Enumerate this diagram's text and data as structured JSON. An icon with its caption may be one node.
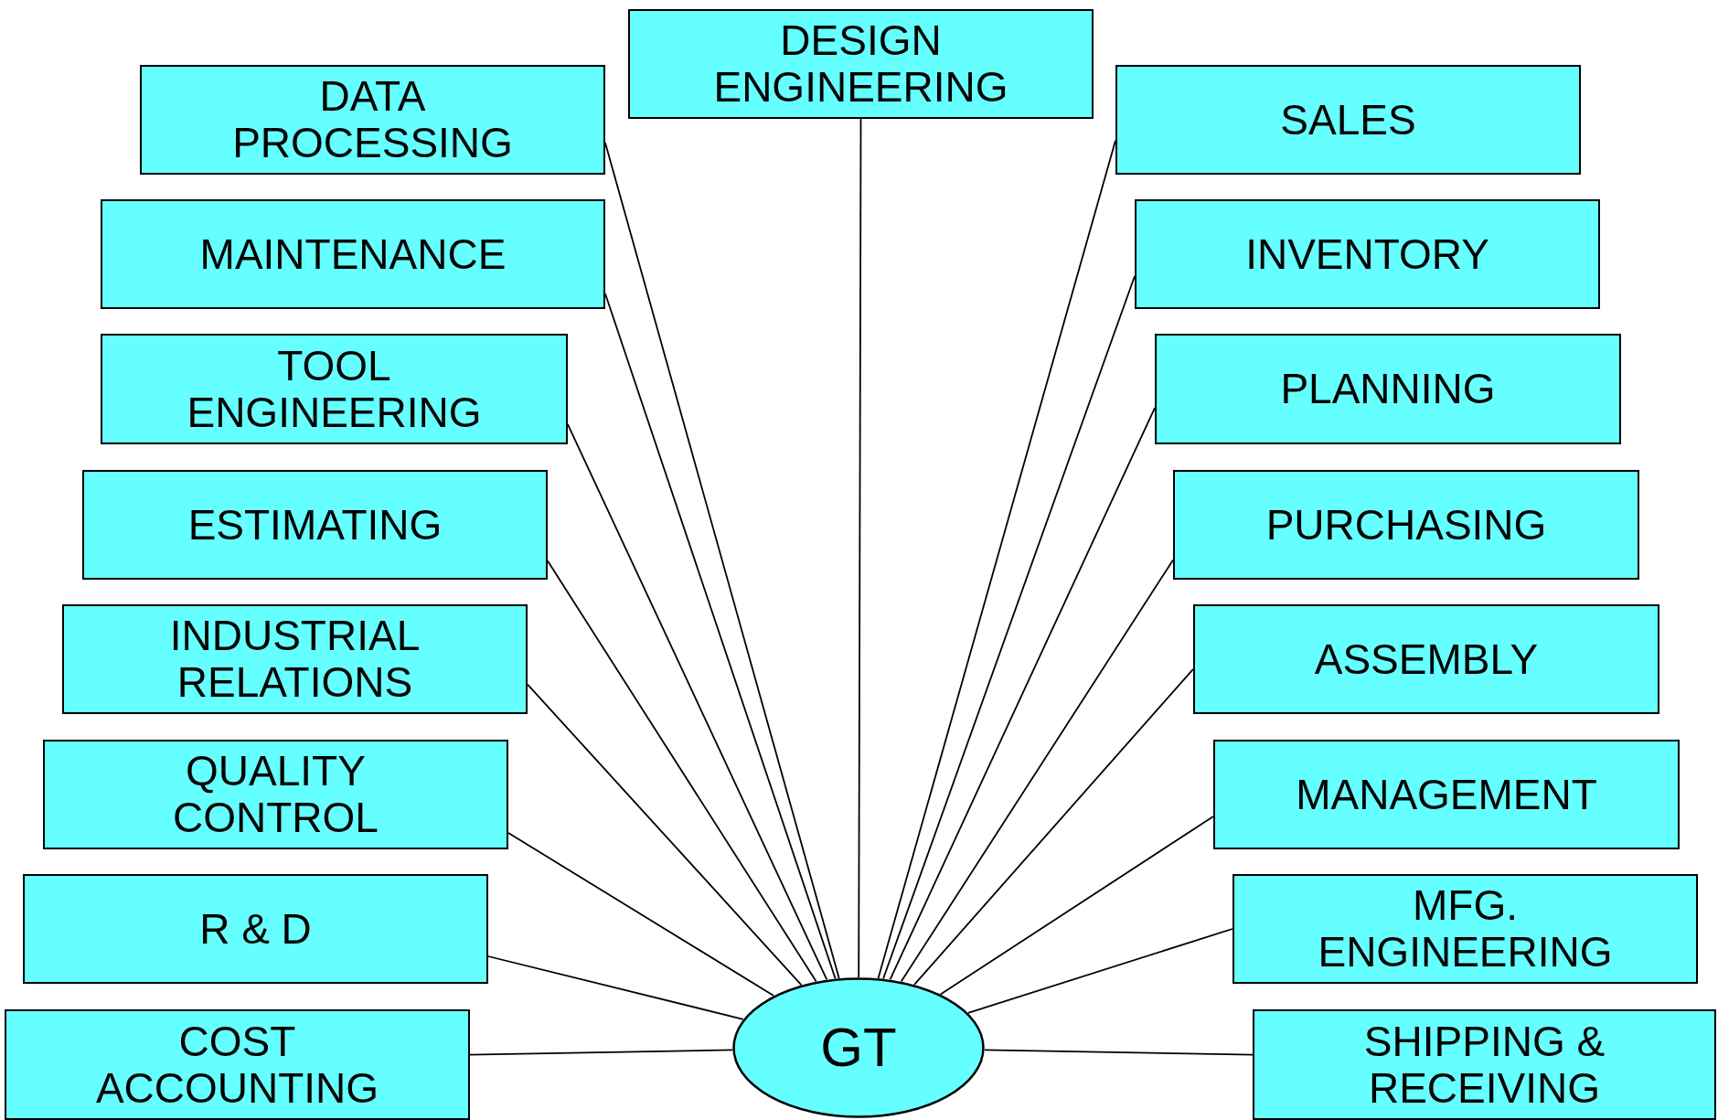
{
  "diagram": {
    "nodes": [
      {
        "text": [
          "DATA PROCESSING"
        ]
      },
      {
        "text": [
          "DESIGN ENGINEERING"
        ]
      },
      {
        "text": [
          "SALES"
        ]
      },
      {
        "text": [
          "MAINTENANCE"
        ]
      },
      {
        "text": [
          "INVENTORY"
        ]
      },
      {
        "text": [
          "TOOL ENGINEERING"
        ]
      },
      {
        "text": [
          "PLANNING"
        ]
      },
      {
        "text": [
          "ESTIMATING"
        ]
      },
      {
        "text": [
          "PURCHASING"
        ]
      },
      {
        "text": [
          "INDUSTRIAL RELATIONS"
        ]
      },
      {
        "text": [
          "ASSEMBLY"
        ]
      },
      {
        "text": [
          "QUALITY CONTROL"
        ]
      },
      {
        "text": [
          "MANAGEMENT"
        ]
      },
      {
        "text": [
          "R & D"
        ]
      },
      {
        "text": [
          "MFG. ENGINEERING"
        ]
      },
      {
        "text": [
          "COST ACCOUNTING"
        ]
      },
      {
        "text": [
          "GT"
        ]
      },
      {
        "text": [
          "SHIPPING & RECEIVING"
        ]
      }
    ],
    "edges": [
      {
        "from": 0,
        "to": 16,
        "arrow": "none"
      },
      {
        "from": 1,
        "to": 16,
        "arrow": "none"
      },
      {
        "from": 2,
        "to": 16,
        "arrow": "none"
      },
      {
        "from": 3,
        "to": 16,
        "arrow": "none"
      },
      {
        "from": 4,
        "to": 16,
        "arrow": "none"
      },
      {
        "from": 5,
        "to": 16,
        "arrow": "none"
      },
      {
        "from": 6,
        "to": 16,
        "arrow": "none"
      },
      {
        "from": 7,
        "to": 16,
        "arrow": "none"
      },
      {
        "from": 8,
        "to": 16,
        "arrow": "none"
      },
      {
        "from": 9,
        "to": 16,
        "arrow": "none"
      },
      {
        "from": 10,
        "to": 16,
        "arrow": "none"
      },
      {
        "from": 11,
        "to": 16,
        "arrow": "none"
      },
      {
        "from": 12,
        "to": 16,
        "arrow": "none"
      },
      {
        "from": 13,
        "to": 16,
        "arrow": "none"
      },
      {
        "from": 14,
        "to": 16,
        "arrow": "none"
      },
      {
        "from": 15,
        "to": 16,
        "arrow": "none"
      },
      {
        "from": 17,
        "to": 16,
        "arrow": "none"
      }
    ]
  }
}
